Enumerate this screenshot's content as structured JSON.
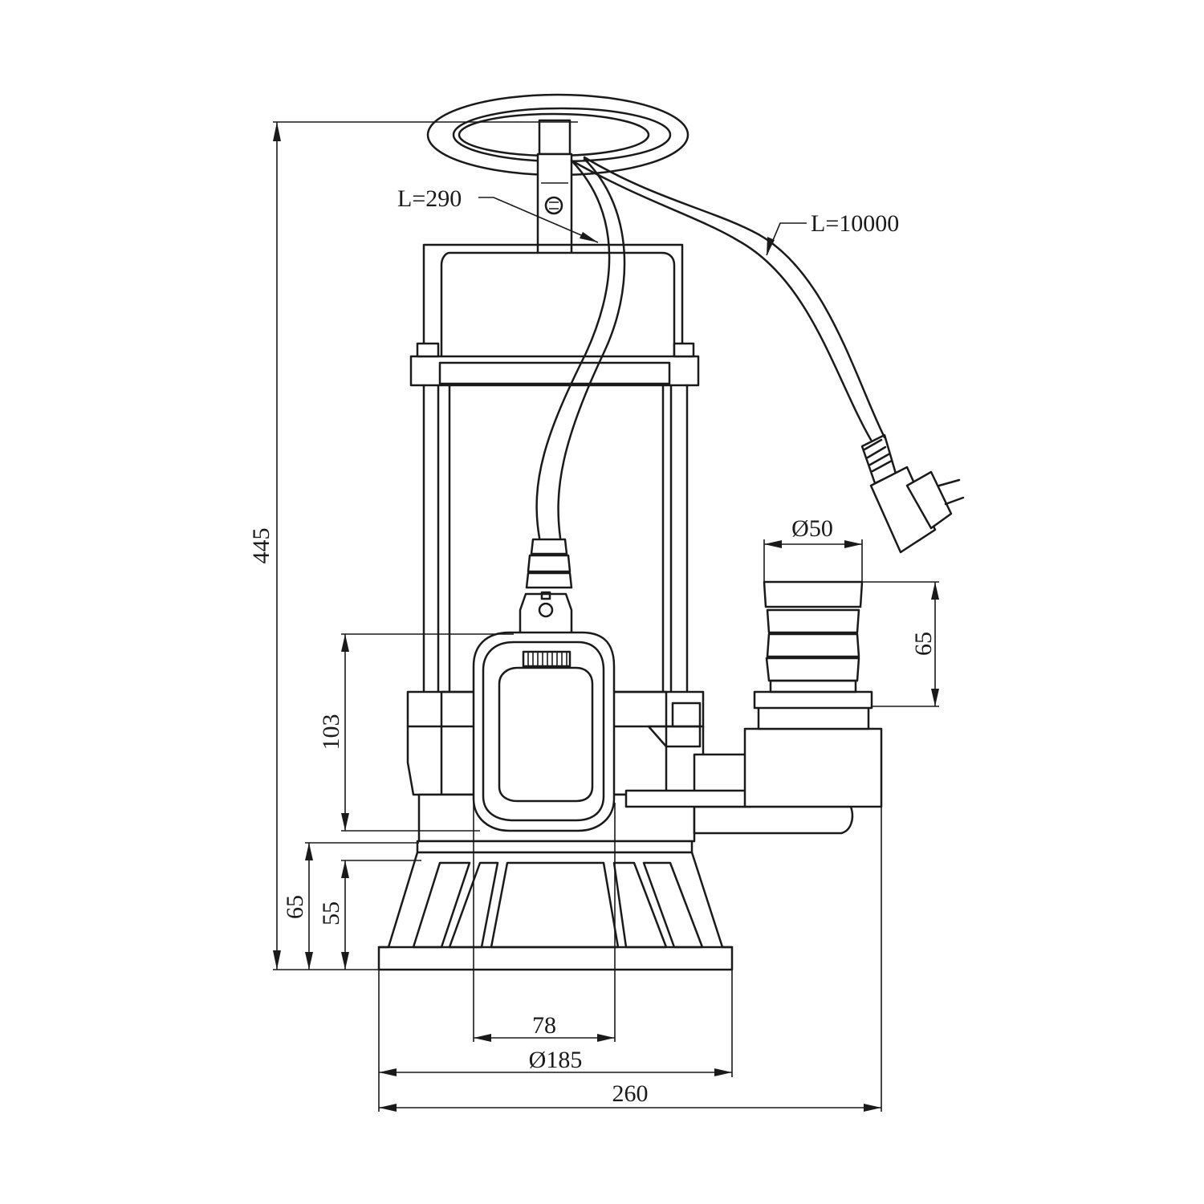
{
  "dimensions": {
    "height_total": "445",
    "float_height": "103",
    "base_height": "65",
    "foot_height": "55",
    "float_width": "78",
    "base_diameter": "Ø185",
    "total_width": "260",
    "outlet_diameter": "Ø50",
    "outlet_height": "65",
    "float_cable_length": "L=290",
    "power_cable_length": "L=10000"
  },
  "colors": {
    "line": "#1a1a1a",
    "background": "#ffffff"
  }
}
